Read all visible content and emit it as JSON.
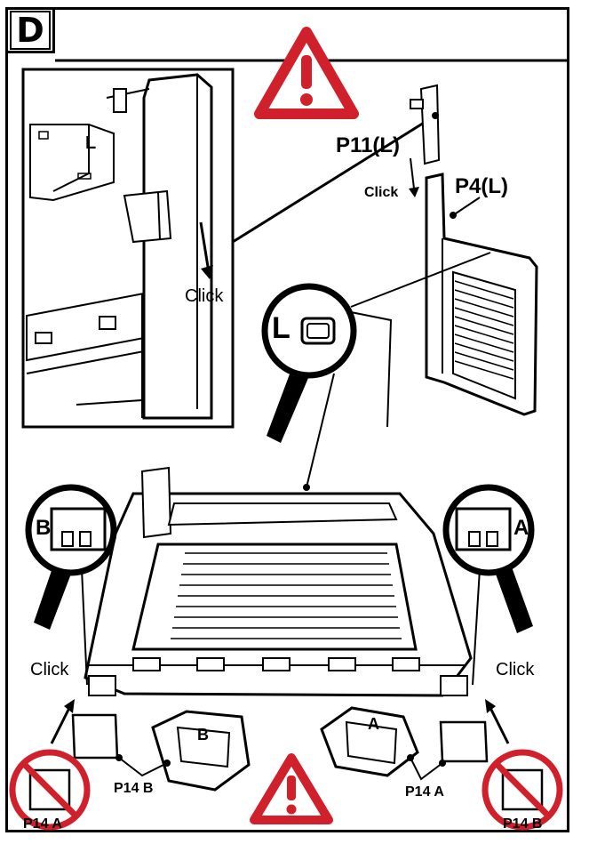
{
  "step": {
    "letter": "D"
  },
  "labels": {
    "p11": "P11(L)",
    "p4": "P4(L)",
    "click_small": "Click",
    "click_inset": "Click",
    "click_left": "Click",
    "click_right": "Click",
    "magnifier_l": "L",
    "magnifier_b": "B",
    "magnifier_a": "A",
    "inset_l": "L",
    "part_b_letter": "B",
    "part_a_letter": "A",
    "p14b_mid": "P14 B",
    "p14a_mid": "P14 A",
    "p14a_corner": "P14 A",
    "p14b_corner": "P14 B"
  },
  "colors": {
    "warning": "#d0202c",
    "ink": "#000000",
    "prohibit": "#d0202c"
  },
  "icons": [
    "warning-triangle-icon",
    "magnifier-icon",
    "prohibited-icon",
    "arrow-icon"
  ]
}
